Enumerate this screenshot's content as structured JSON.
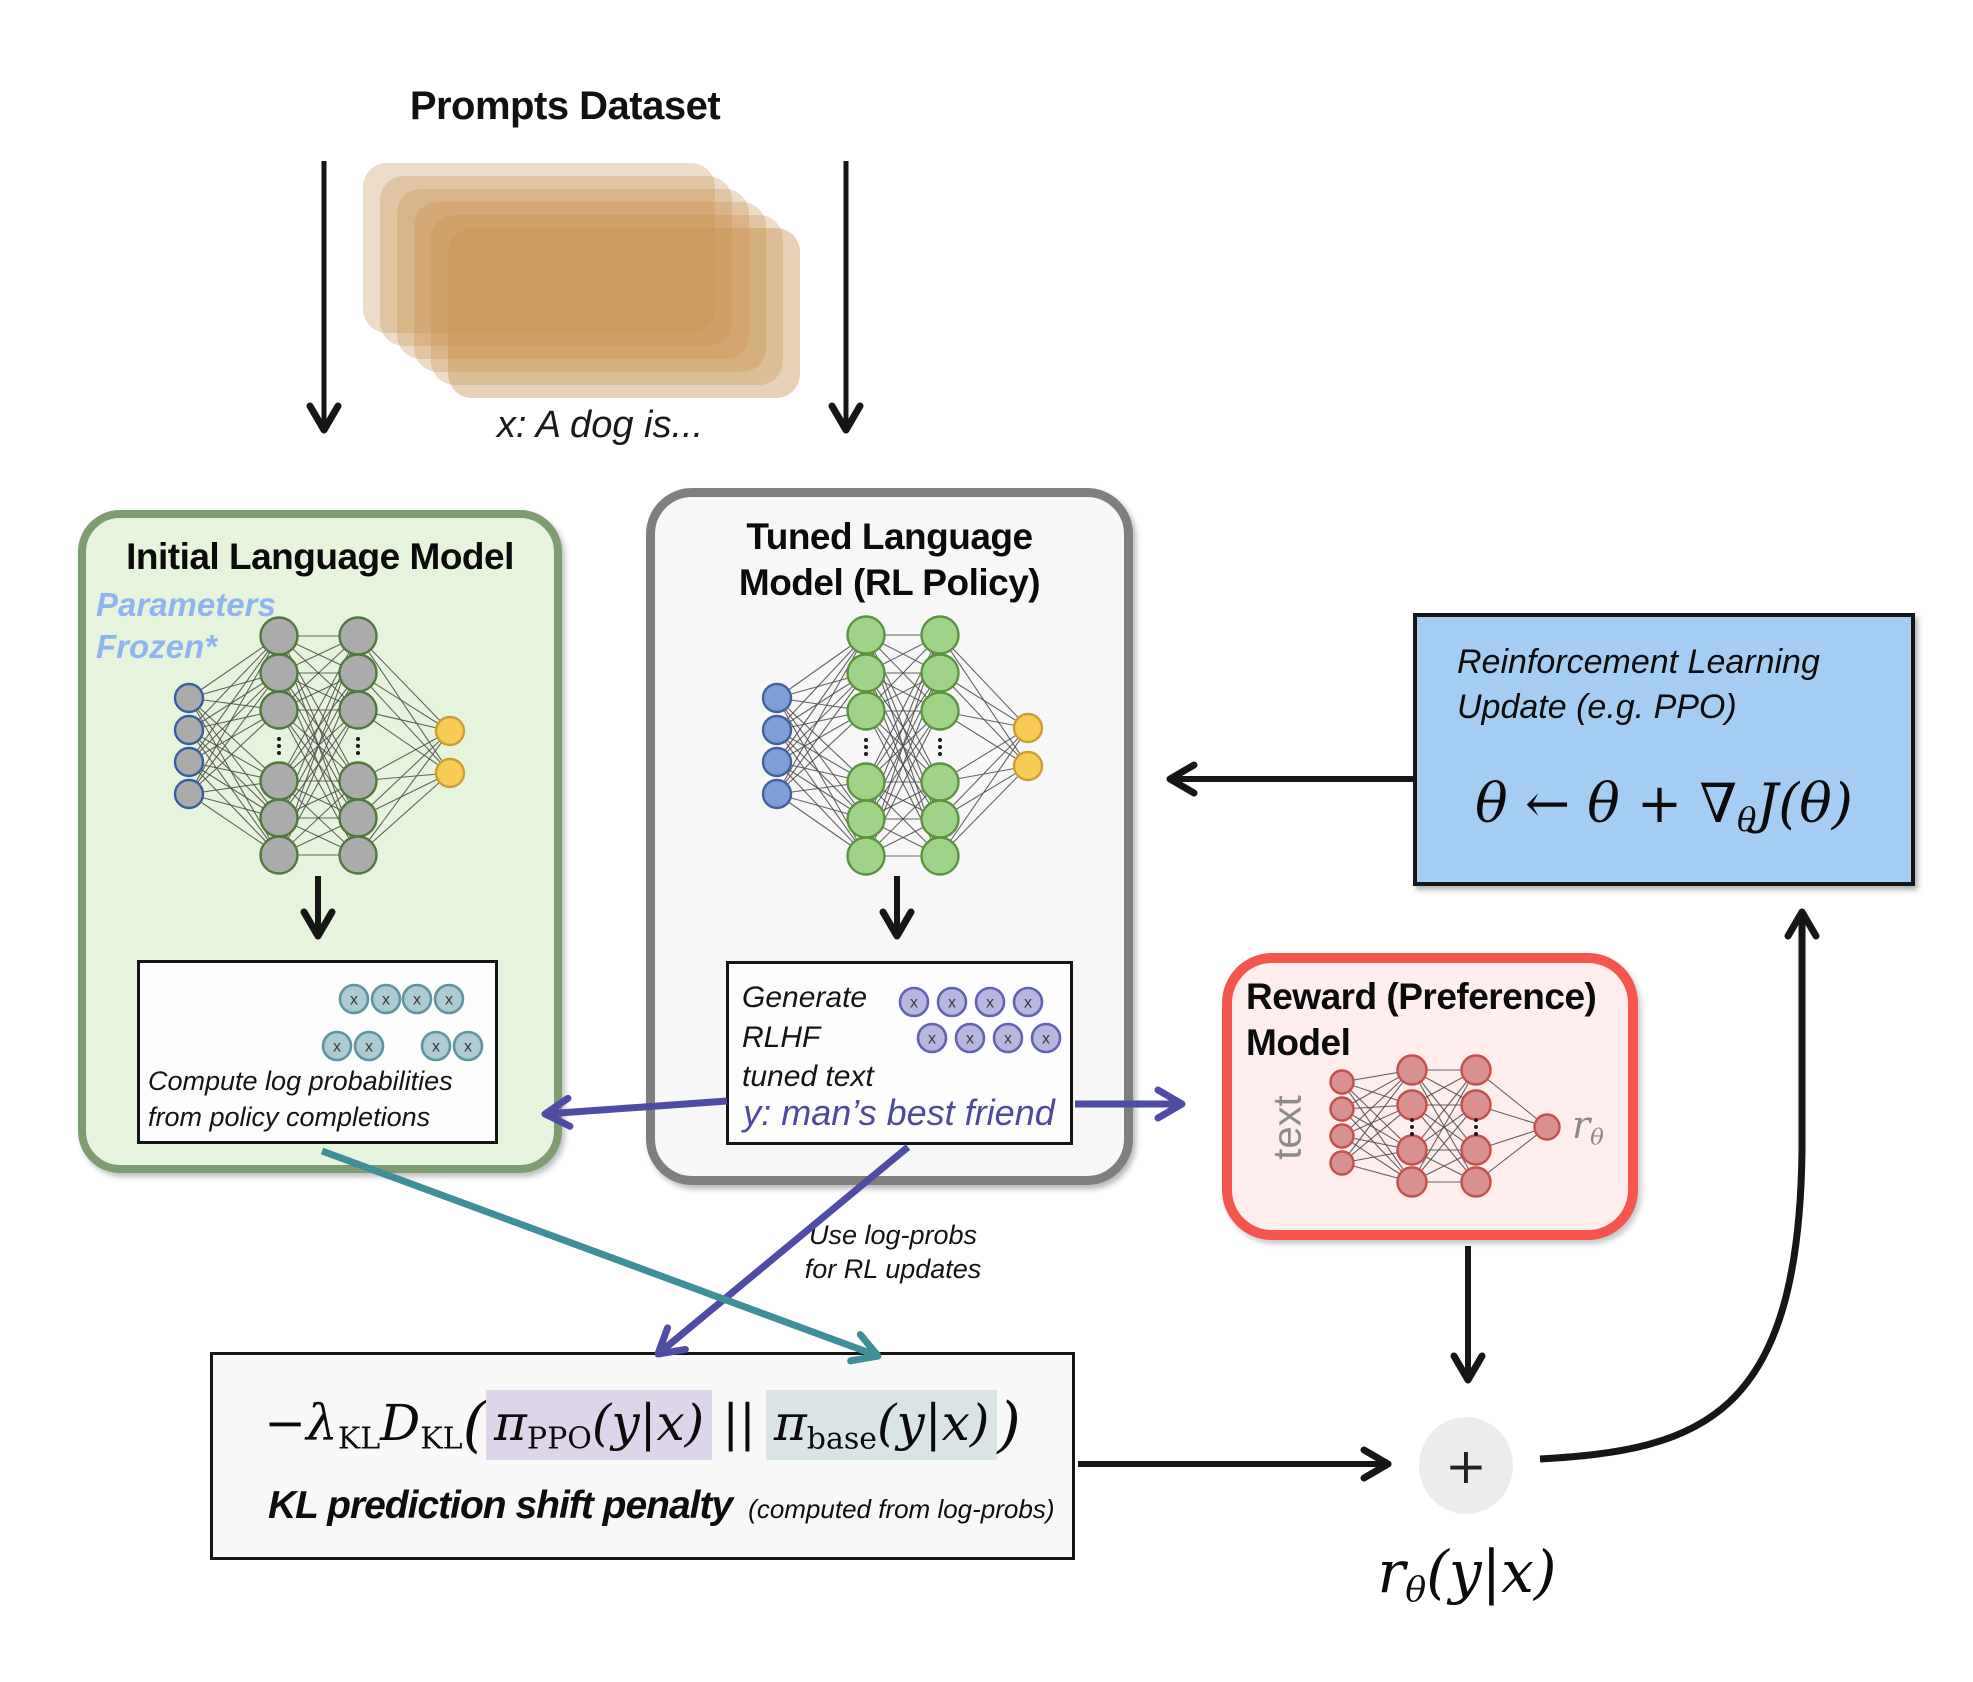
{
  "prompts": {
    "title": "Prompts Dataset",
    "example": "x: A dog is..."
  },
  "tokens_char": "x",
  "initial_model": {
    "title": "Initial Language Model",
    "note_line1": "Parameters",
    "note_line2": "Frozen*",
    "output_box": {
      "caption_line1": "Compute log probabilities",
      "caption_line2": "from policy completions"
    }
  },
  "tuned_model": {
    "title_line1": "Tuned Language",
    "title_line2": "Model (RL Policy)",
    "output_box": {
      "caption_line1": "Generate",
      "caption_line2": "RLHF",
      "caption_line3": "tuned text",
      "completion": "y: man’s best friend"
    }
  },
  "rl_update": {
    "title_line1": "Reinforcement Learning",
    "title_line2": "Update (e.g. PPO)",
    "formula": {
      "lead": "θ ← θ + ∇",
      "sub": "θ",
      "tail": "J(θ)"
    }
  },
  "reward_model": {
    "title_line1": "Reward (Preference)",
    "title_line2": "Model",
    "input_label": "text",
    "output_label": {
      "base": "r",
      "sub": "θ"
    }
  },
  "kl_box": {
    "formula": {
      "prefix": "−λ",
      "prefix_sub": "KL",
      "d": "D",
      "d_sub": "KL",
      "open_paren": "(",
      "pi_ppo": "π",
      "ppo_sub": "PPO",
      "ppo_args": "(y|x)",
      "divider": "||",
      "pi_base": "π",
      "base_sub": "base",
      "base_args": "(y|x)",
      "close_paren": ")"
    },
    "caption": "KL prediction shift penalty",
    "caption_note": "(computed from log-probs)"
  },
  "arrow_labels": {
    "log_probs_line1": "Use log-probs",
    "log_probs_line2": "for RL updates"
  },
  "sum_node_label": "+",
  "reward_output": {
    "base": "r",
    "sub": "θ",
    "args": "(y|x)"
  },
  "colors": {
    "prompt_card_tan": "#C99654",
    "initial_box_fill": "#E7F4DD",
    "initial_box_border": "#7E9C71",
    "frozen_note_blue": "#8FB4F0",
    "tuned_box_fill": "#F7F7F7",
    "tuned_box_border": "#7F7F7F",
    "rl_update_fill": "#A5CDF2",
    "reward_box_fill": "#FDEDED",
    "reward_box_border": "#F4564E",
    "policy_arrow_purple": "#4F4DA3",
    "base_arrow_teal": "#3E8F98",
    "black_arrow": "#161616",
    "completion_text_purple": "#4A4A9E",
    "ppo_highlight": "#DDD6EB",
    "base_highlight": "#DAE3E5",
    "token_teal_fill": "#ACCBD2",
    "token_teal_stroke": "#5E96A0",
    "token_purple_fill": "#B7B7E0",
    "token_purple_stroke": "#6263B1",
    "node_gray_fill": "#ABABAB",
    "node_gray_input_stroke": "#3A5F9E",
    "node_gray_hidden_stroke": "#4F7A3B",
    "node_blue_fill": "#7E9FD8",
    "node_blue_stroke": "#45619C",
    "node_green_fill": "#9FD387",
    "node_green_stroke": "#5B9340",
    "node_yellow_fill": "#F8CB55",
    "node_yellow_stroke": "#CC9F33",
    "node_pink_fill": "#D9908E",
    "node_pink_stroke": "#C2504C",
    "edge_line": "#4A4A4A"
  }
}
